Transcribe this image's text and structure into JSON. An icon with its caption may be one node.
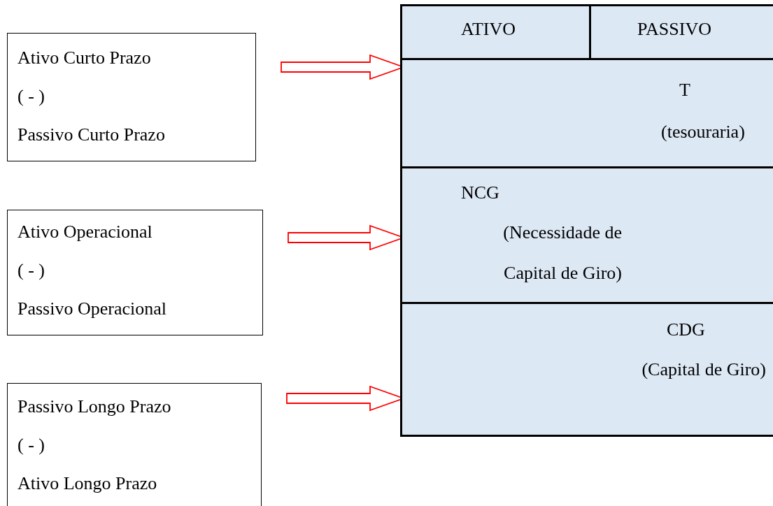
{
  "diagram": {
    "nodes": [
      {
        "text": [
          "Ativo Curto Prazo",
          "( - )",
          "Passivo Curto Prazo"
        ]
      },
      {
        "text": [
          "Ativo Operacional",
          "( - )",
          "Passivo Operacional"
        ]
      },
      {
        "text": [
          "Passivo Longo Prazo",
          "( - )",
          "Ativo Longo Prazo"
        ]
      },
      {
        "text": [
          "ATIVO"
        ]
      },
      {
        "text": [
          "PASSIVO"
        ]
      },
      {
        "text": [
          "T",
          "(tesouraria)"
        ]
      },
      {
        "text": [
          "NCG",
          "(Necessidade de Capital de Giro)"
        ]
      },
      {
        "text": [
          "CDG",
          "(Capital de Giro)"
        ]
      }
    ],
    "edges": [
      {
        "from": 0,
        "to": 5,
        "arrow": "to",
        "color": "#ff0000"
      },
      {
        "from": 1,
        "to": 6,
        "arrow": "to",
        "color": "#ff0000"
      },
      {
        "from": 2,
        "to": 7,
        "arrow": "to",
        "color": "#ff0000"
      }
    ]
  }
}
